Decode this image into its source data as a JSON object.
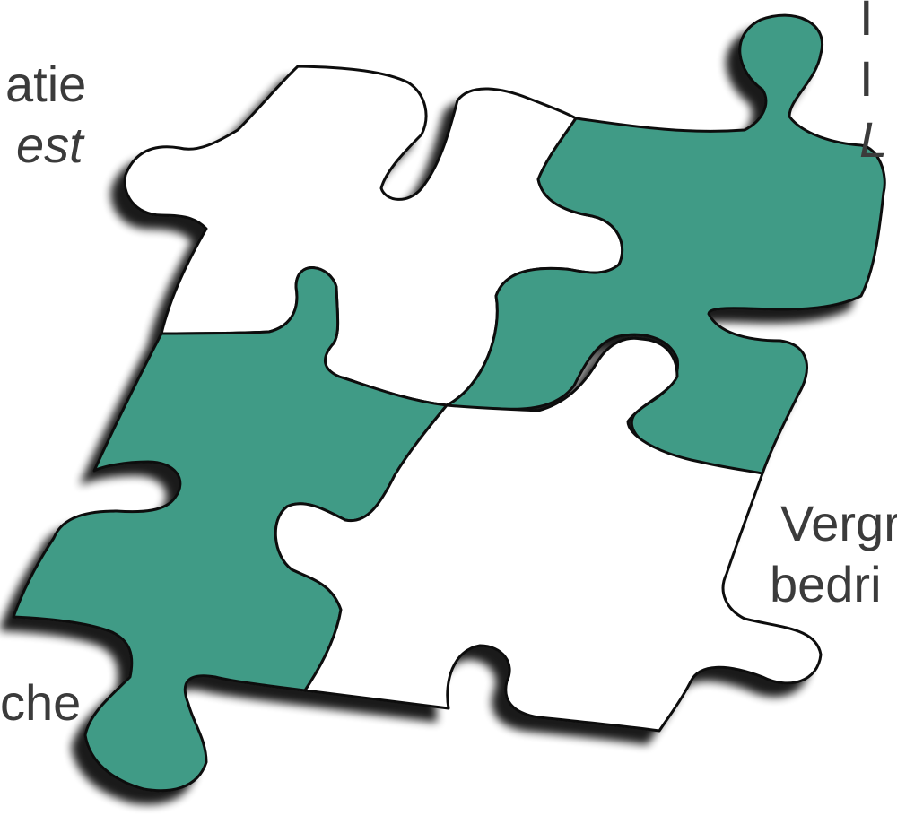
{
  "labels": {
    "top_left": {
      "line1": "atie",
      "line2": "est"
    },
    "top_right": {
      "line1": "I",
      "line2": "I",
      "line3": "L"
    },
    "right": {
      "line1": "Vergr",
      "line2": "bedri"
    },
    "bottom_left": {
      "line1": "che"
    }
  },
  "pieces": [
    {
      "name": "top-left",
      "fill": "#ffffff"
    },
    {
      "name": "top-right",
      "fill": "#419b86"
    },
    {
      "name": "bottom-left",
      "fill": "#419b86"
    },
    {
      "name": "bottom-right",
      "fill": "#ffffff"
    }
  ],
  "colors": {
    "green": "#419b86",
    "outline": "#111111",
    "text": "#3b3b3b"
  }
}
